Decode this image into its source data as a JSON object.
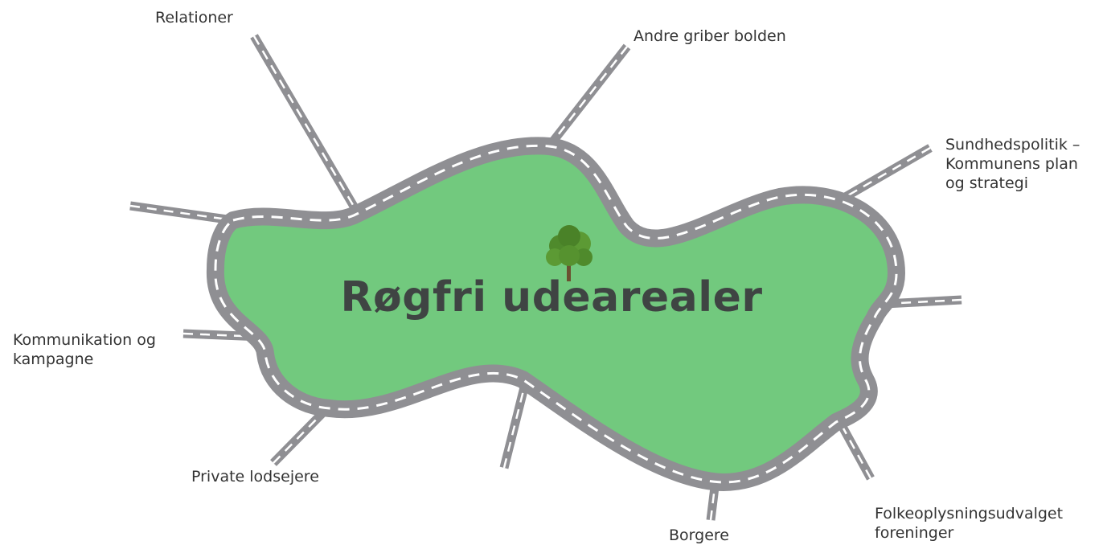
{
  "diagram": {
    "title": "Røgfri udearealer",
    "colors": {
      "field": "#72c97e",
      "road": "#8f8f93",
      "road_marking": "#ffffff",
      "tree_leaves": "#4f8a2c",
      "tree_trunk": "#6b5130",
      "text": "#333333",
      "title_text": "#3f4443"
    },
    "roads": [
      {
        "label": "Relationer"
      },
      {
        "label": "Andre griber bolden"
      },
      {
        "label": "Sundhedspolitik –\nKommunens plan\nog strategi"
      },
      {
        "label": ""
      },
      {
        "label": "Folkeoplysningsudvalget\nforeninger"
      },
      {
        "label": "Borgere"
      },
      {
        "label": ""
      },
      {
        "label": "Private lodsejere"
      },
      {
        "label": "Kommunikation og\nkampagne"
      },
      {
        "label": ""
      }
    ]
  }
}
